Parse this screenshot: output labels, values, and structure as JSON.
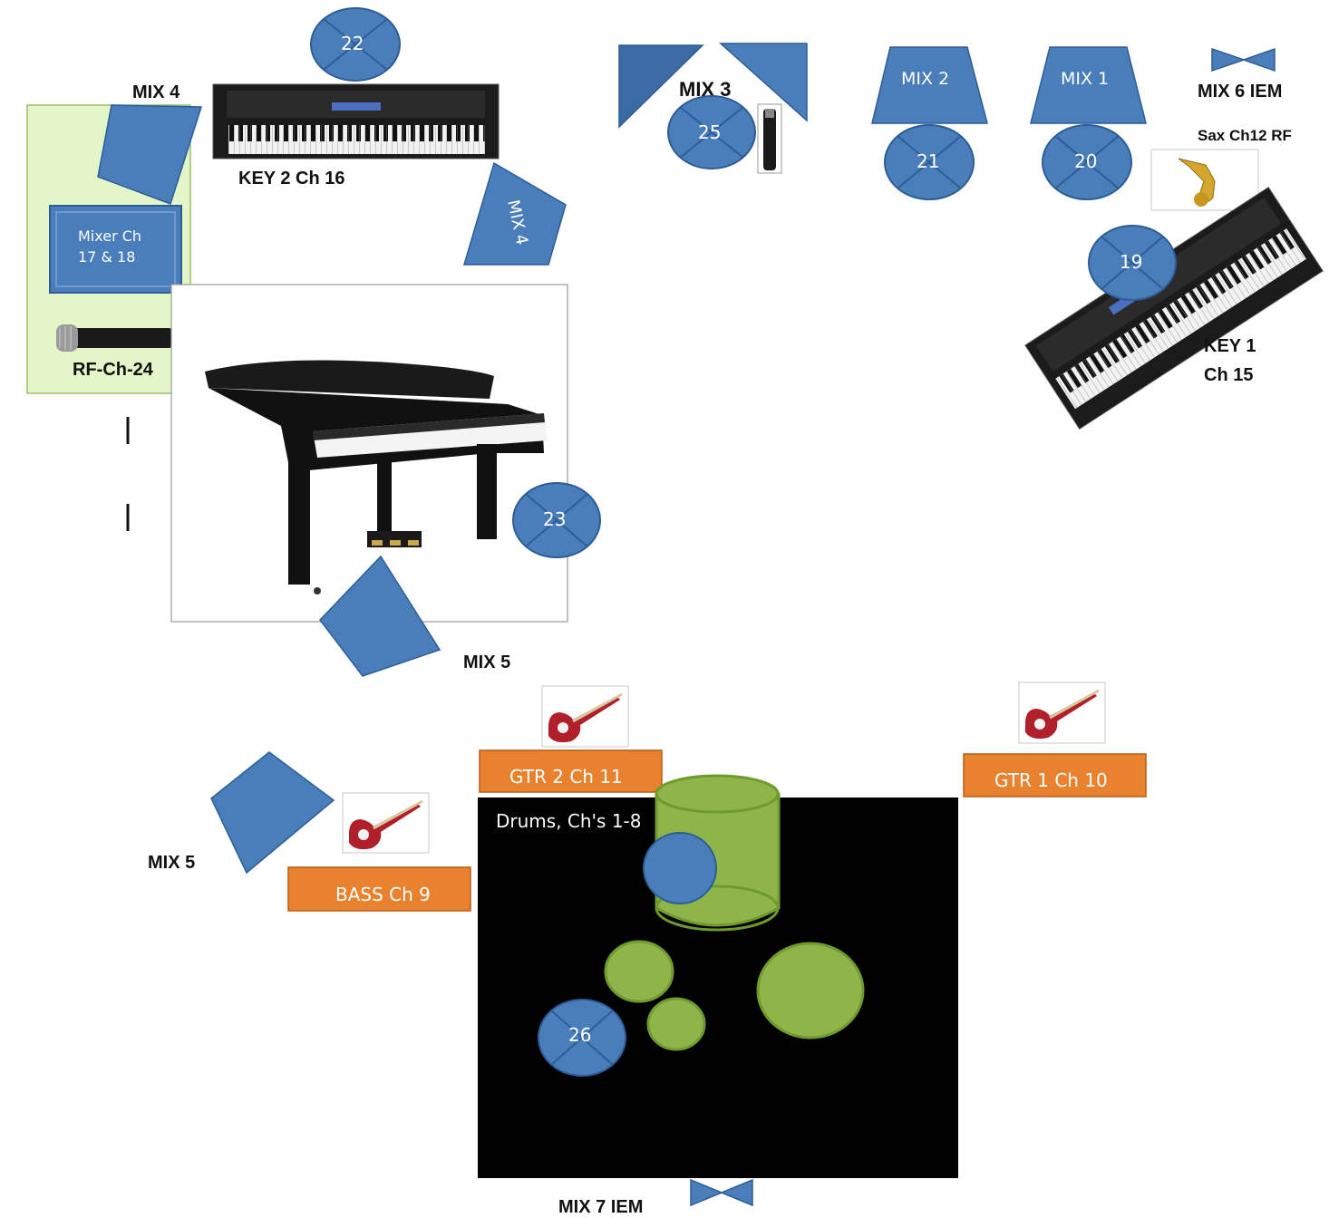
{
  "labels": {
    "mix4_top": "MIX 4",
    "mix4_rot": "MIX 4",
    "mix3": "MIX 3",
    "mix2": "MIX 2",
    "mix1": "MIX 1",
    "mix6": "MIX 6 IEM",
    "mix5_a": "MIX 5",
    "mix5_b": "MIX 5",
    "mix7": "MIX 7 IEM",
    "key2": "KEY 2 Ch 16",
    "key1_line1": "KEY 1",
    "key1_line2": "Ch 15",
    "sax": "Sax Ch12 RF",
    "mixer_line1": "Mixer  Ch",
    "mixer_line2": "17 & 18",
    "rf": "RF-Ch-24",
    "drums": "Drums, Ch's 1-8",
    "gtr2": "GTR 2 Ch 11",
    "gtr1": "GTR 1 Ch 10",
    "bass": "BASS Ch 9"
  },
  "inputs": {
    "c22": "22",
    "c25": "25",
    "c21": "21",
    "c20": "20",
    "c19": "19",
    "c23": "23",
    "c26": "26"
  },
  "colors": {
    "monitor_blue": "#4a7ebb",
    "amp_orange": "#e9822e",
    "drum_green": "#8fb54a",
    "drum_riser": "#000000",
    "mixer_area": "#e4f5c8"
  },
  "icons": [
    "keyboard-icon",
    "grand-piano-icon",
    "electric-guitar-icon",
    "saxophone-icon",
    "microphone-icon",
    "wedge-monitor-icon",
    "iem-icon"
  ]
}
